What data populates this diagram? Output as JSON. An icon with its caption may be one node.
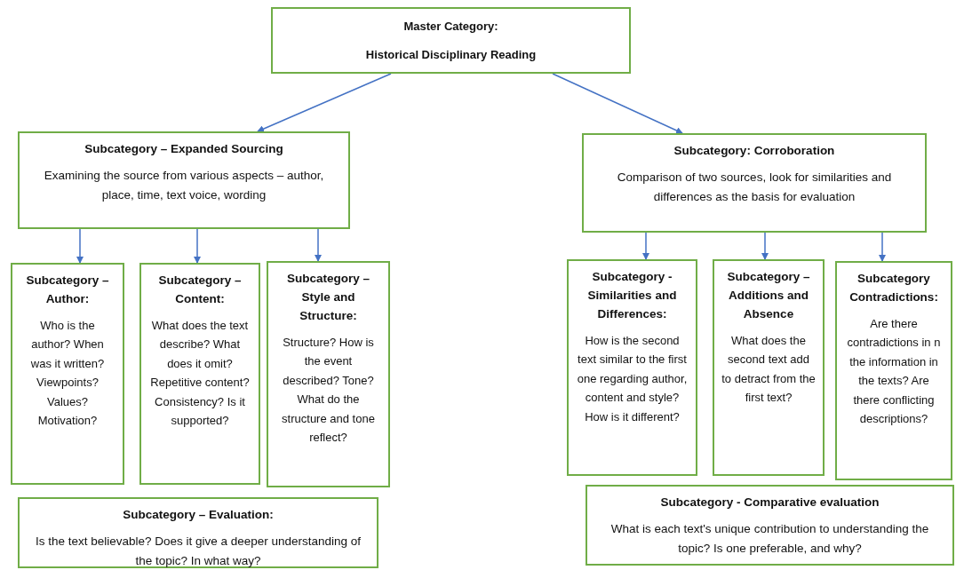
{
  "diagram": {
    "nodes": [
      {
        "text": [
          "Master Category:",
          "Historical Disciplinary Reading"
        ]
      },
      {
        "text": [
          "Subcategory – Expanded Sourcing",
          "Examining the source from various aspects – author, place, time, text voice, wording"
        ]
      },
      {
        "text": [
          "Subcategory: Corroboration",
          "Comparison of two sources, look for similarities and differences as the basis for evaluation"
        ]
      },
      {
        "text": [
          "Subcategory – Author:",
          "Who is the author? When was it written? Viewpoints? Values? Motivation?"
        ]
      },
      {
        "text": [
          "Subcategory – Content:",
          "What does the text describe? What does it omit? Repetitive content? Consistency? Is it supported?"
        ]
      },
      {
        "text": [
          "Subcategory – Style and Structure:",
          "Structure? How is the event described? Tone? What do the structure and tone reflect?"
        ]
      },
      {
        "text": [
          "Subcategory – Evaluation:",
          "Is the text believable? Does it give a deeper understanding of the topic? In what way?"
        ]
      },
      {
        "text": [
          "Subcategory - Similarities and Differences:",
          "How is the second text similar to the first one regarding author, content and style? How is it different?"
        ]
      },
      {
        "text": [
          "Subcategory – Additions and Absence",
          "What does the second text add to detract from the first text?"
        ]
      },
      {
        "text": [
          "Subcategory Contradictions:",
          "Are there contradictions in n the information in the texts? Are there conflicting descriptions?"
        ]
      },
      {
        "text": [
          "Subcategory - Comparative evaluation",
          "What is each text's unique contribution to understanding the topic? Is one preferable, and why?"
        ]
      }
    ],
    "edges": [
      {
        "from": 0,
        "to": 1,
        "arrow": "to"
      },
      {
        "from": 0,
        "to": 2,
        "arrow": "to"
      },
      {
        "from": 1,
        "to": 3,
        "arrow": "to"
      },
      {
        "from": 1,
        "to": 4,
        "arrow": "to"
      },
      {
        "from": 1,
        "to": 5,
        "arrow": "to"
      },
      {
        "from": 2,
        "to": 7,
        "arrow": "to"
      },
      {
        "from": 2,
        "to": 8,
        "arrow": "to"
      },
      {
        "from": 2,
        "to": 9,
        "arrow": "to"
      }
    ]
  }
}
